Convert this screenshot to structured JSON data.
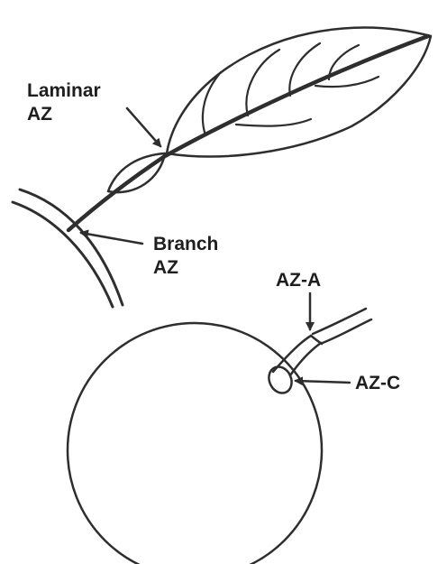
{
  "labels": {
    "laminar_az_line1": "Laminar",
    "laminar_az_line2": "AZ",
    "branch_az_line1": "Branch",
    "branch_az_line2": "AZ",
    "az_a": "AZ-A",
    "az_c": "AZ-C"
  },
  "colors": {
    "ink": "#2e2e2e",
    "text": "#1e1e1e",
    "background": "#ffffff"
  }
}
